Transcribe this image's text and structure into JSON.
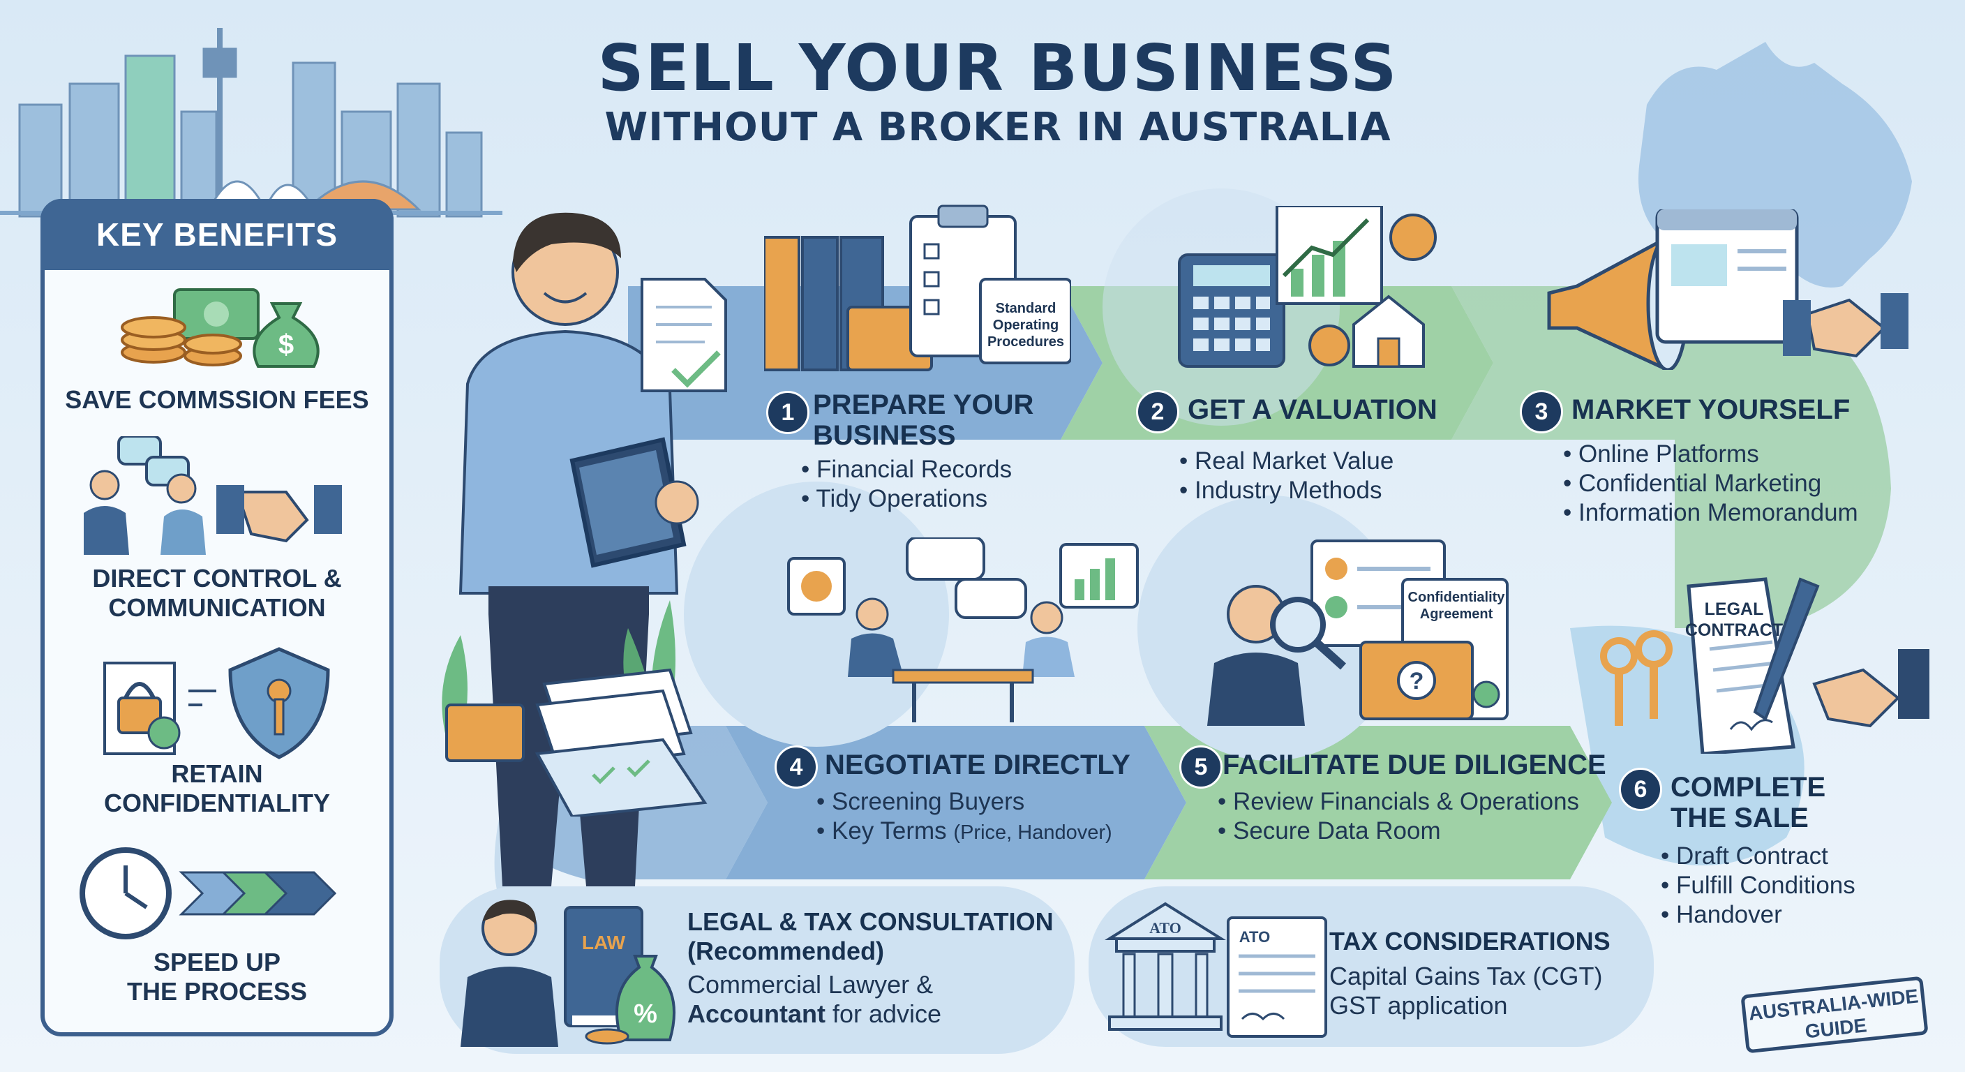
{
  "title": {
    "line1": "SELL YOUR BUSINESS",
    "line2": "WITHOUT A BROKER IN AUSTRALIA"
  },
  "benefits": {
    "heading": "KEY BENEFITS",
    "items": [
      {
        "label": "SAVE COMMSSION FEES"
      },
      {
        "label": "DIRECT CONTROL &\nCOMMUNICATION"
      },
      {
        "label": "RETAIN\nCONFIDENTIALITY"
      },
      {
        "label": "SPEED UP\nTHE PROCESS"
      }
    ]
  },
  "steps": [
    {
      "number": "1",
      "title": "PREPARE YOUR\nBUSINESS",
      "bullets": [
        "Financial Records",
        "Tidy Operations"
      ]
    },
    {
      "number": "2",
      "title": "GET A VALUATION",
      "bullets": [
        "Real Market Value",
        "Industry Methods"
      ]
    },
    {
      "number": "3",
      "title": "MARKET YOURSELF",
      "bullets": [
        "Online Platforms",
        "Confidential Marketing",
        "Information Memorandum"
      ]
    },
    {
      "number": "4",
      "title": "NEGOTIATE DIRECTLY",
      "bullets": [
        "Screening Buyers",
        "Key Terms"
      ],
      "note": "(Price, Handover)"
    },
    {
      "number": "5",
      "title": "FACILITATE DUE DILIGENCE",
      "bullets": [
        "Review Financials & Operations",
        "Secure Data Room"
      ]
    },
    {
      "number": "6",
      "title": "COMPLETE\nTHE SALE",
      "bullets": [
        "Draft Contract",
        "Fulfill Conditions",
        "Handover"
      ]
    }
  ],
  "illustration_labels": {
    "sop_card": "Standard\nOperating\nProcedures",
    "confidentiality_doc": "Confidentiality\nAgreement",
    "legal_contract": "LEGAL\nCONTRACT",
    "law_book": "LAW",
    "ato_building": "ATO",
    "ato_form": "ATO",
    "money_bag": "$",
    "percent_bag": "%"
  },
  "callouts": {
    "legal": {
      "title": "LEGAL & TAX CONSULTATION\n(Recommended)",
      "line1": "Commercial Lawyer &",
      "line2_bold": "Accountant",
      "line2_rest": " for advice"
    },
    "tax": {
      "title": "TAX CONSIDERATIONS",
      "line1": "Capital Gains Tax (CGT)",
      "line2": "GST application"
    }
  },
  "stamp": "AUSTRALIA-WIDE\nGUIDE",
  "colors": {
    "navy": "#1d3a5f",
    "blue_band": "#86aed6",
    "green_band": "#9fd1a6",
    "panel_border": "#3c5f8d",
    "orange": "#e39a54"
  }
}
